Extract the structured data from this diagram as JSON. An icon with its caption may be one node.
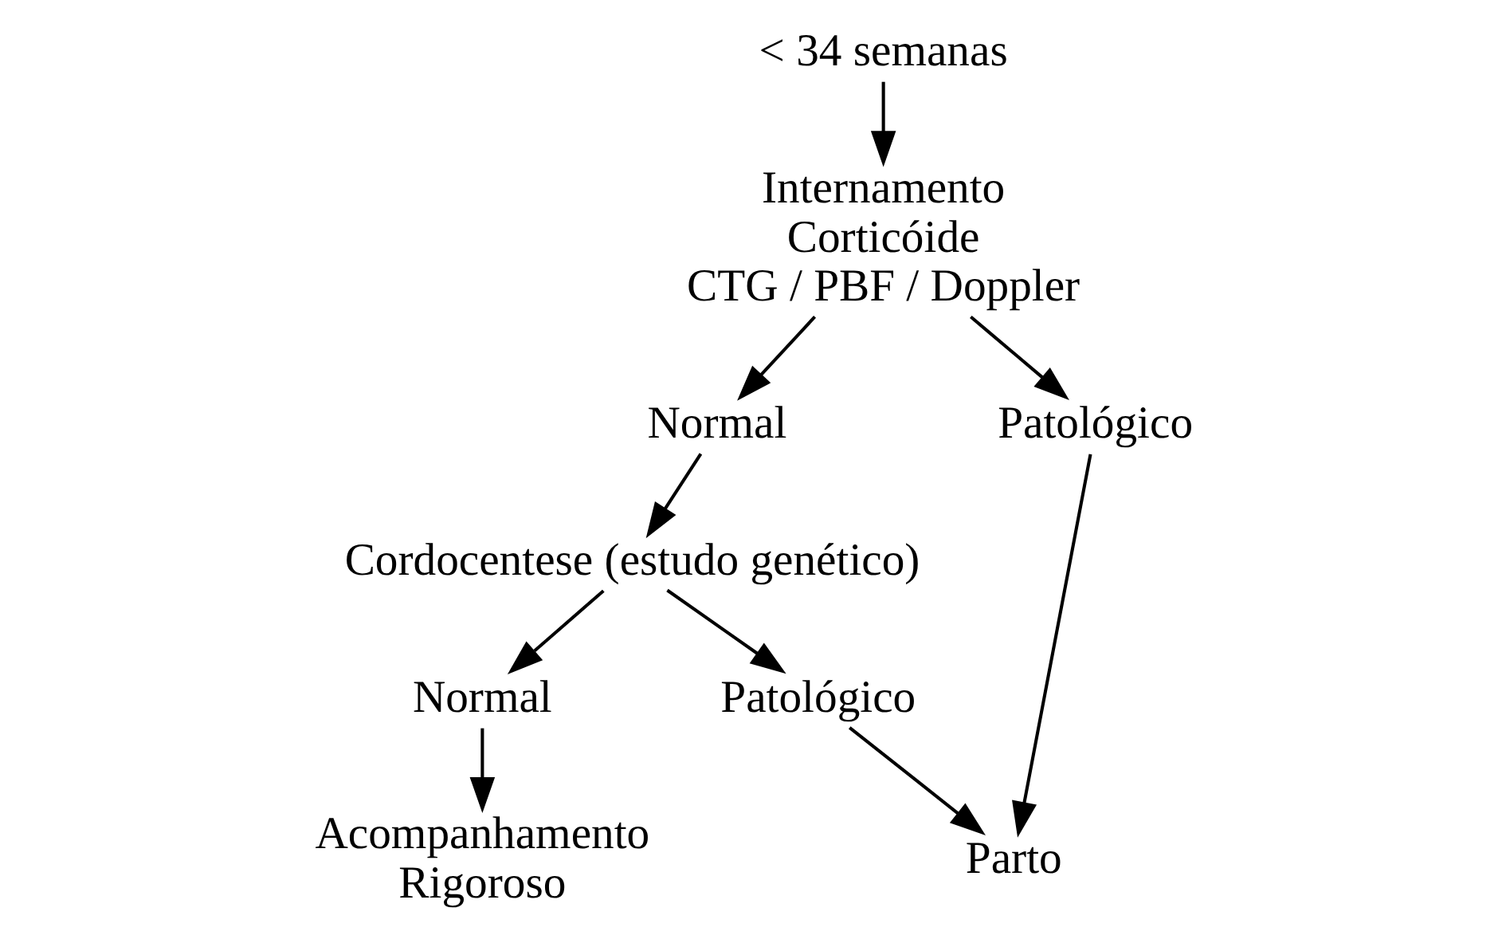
{
  "diagram": {
    "nodes": [
      {
        "text": [
          "< 34 semanas"
        ]
      },
      {
        "text": [
          "Internamento Corticóide CTG / PBF / Doppler"
        ]
      },
      {
        "text": [
          "Normal"
        ]
      },
      {
        "text": [
          "Patológico"
        ]
      },
      {
        "text": [
          "Cordocentese (estudo genético)"
        ]
      },
      {
        "text": [
          "Parto"
        ]
      },
      {
        "text": [
          "Normal"
        ]
      },
      {
        "text": [
          "Patológico"
        ]
      },
      {
        "text": [
          "Acompanhamento Rigoroso"
        ]
      }
    ],
    "edges": [
      {
        "from": 0,
        "to": 1,
        "arrow": "to"
      },
      {
        "from": 1,
        "to": 2,
        "arrow": "to"
      },
      {
        "from": 1,
        "to": 3,
        "arrow": "to"
      },
      {
        "from": 2,
        "to": 4,
        "arrow": "to"
      },
      {
        "from": 3,
        "to": 5,
        "arrow": "to"
      },
      {
        "from": 4,
        "to": 6,
        "arrow": "to"
      },
      {
        "from": 4,
        "to": 7,
        "arrow": "to"
      },
      {
        "from": 7,
        "to": 5,
        "arrow": "to"
      },
      {
        "from": 6,
        "to": 8,
        "arrow": "to"
      }
    ]
  }
}
